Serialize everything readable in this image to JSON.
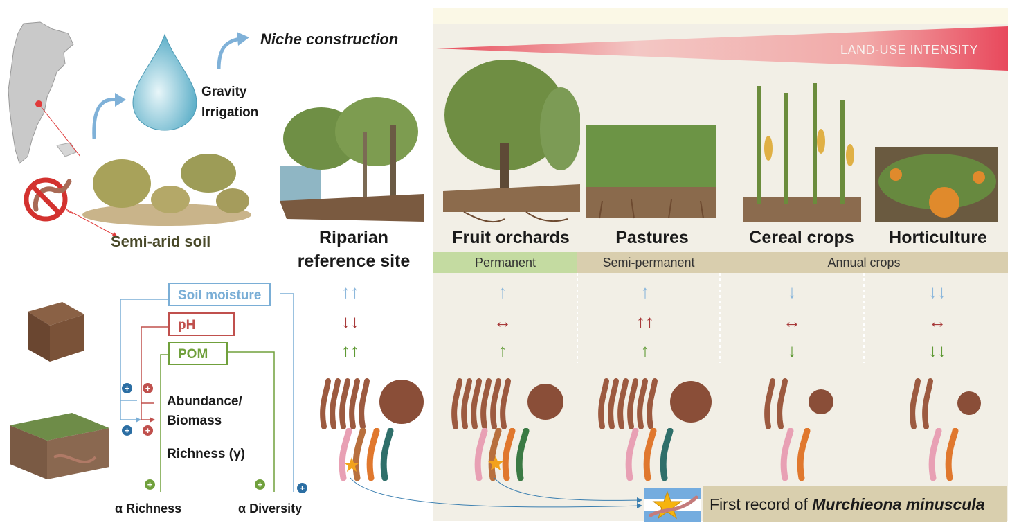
{
  "header": {
    "niche_construction": "Niche construction",
    "gravity_irrigation_line1": "Gravity",
    "gravity_irrigation_line2": "Irrigation",
    "semi_arid_soil": "Semi-arid soil",
    "land_use_intensity": "LAND-USE INTENSITY"
  },
  "sites": [
    {
      "label_line1": "Riparian",
      "label_line2": "reference site"
    },
    {
      "label_line1": "Fruit orchards"
    },
    {
      "label_line1": "Pastures"
    },
    {
      "label_line1": "Cereal crops"
    },
    {
      "label_line1": "Horticulture"
    }
  ],
  "categories": [
    {
      "label": "Permanent",
      "color": "#c4dba1"
    },
    {
      "label": "Semi-permanent",
      "color": "#d9ceae"
    },
    {
      "label": "Annual crops",
      "color": "#d9ceae"
    }
  ],
  "variables": {
    "soil_moisture": "Soil moisture",
    "ph": "pH",
    "pom": "POM",
    "abundance": "Abundance/",
    "biomass": "Biomass",
    "richness_gamma": "Richness (γ)",
    "alpha_richness": "α Richness",
    "alpha_diversity": "α Diversity"
  },
  "effects": {
    "moisture": [
      "↑↑",
      "↑",
      "↑",
      "↓",
      "↓↓"
    ],
    "ph": [
      "↓↓",
      "↔",
      "↑↑",
      "↔",
      "↔"
    ],
    "pom": [
      "↑↑",
      "↑",
      "↑",
      "↓",
      "↓↓"
    ]
  },
  "signs": {
    "plus": "+"
  },
  "record": {
    "prefix": "First record of ",
    "species": "Murchieona minuscula"
  },
  "colors": {
    "moisture": "#7aaed6",
    "ph": "#c0504d",
    "pom": "#70a03c",
    "moisture_arrow": "#8db8dc",
    "ph_arrow": "#a83a3a",
    "pom_arrow": "#5f9a35",
    "gradient_red": "#e8485c",
    "plus_blue": "#2b6ea3",
    "plus_red": "#c0504d",
    "plus_green": "#70a03c"
  }
}
